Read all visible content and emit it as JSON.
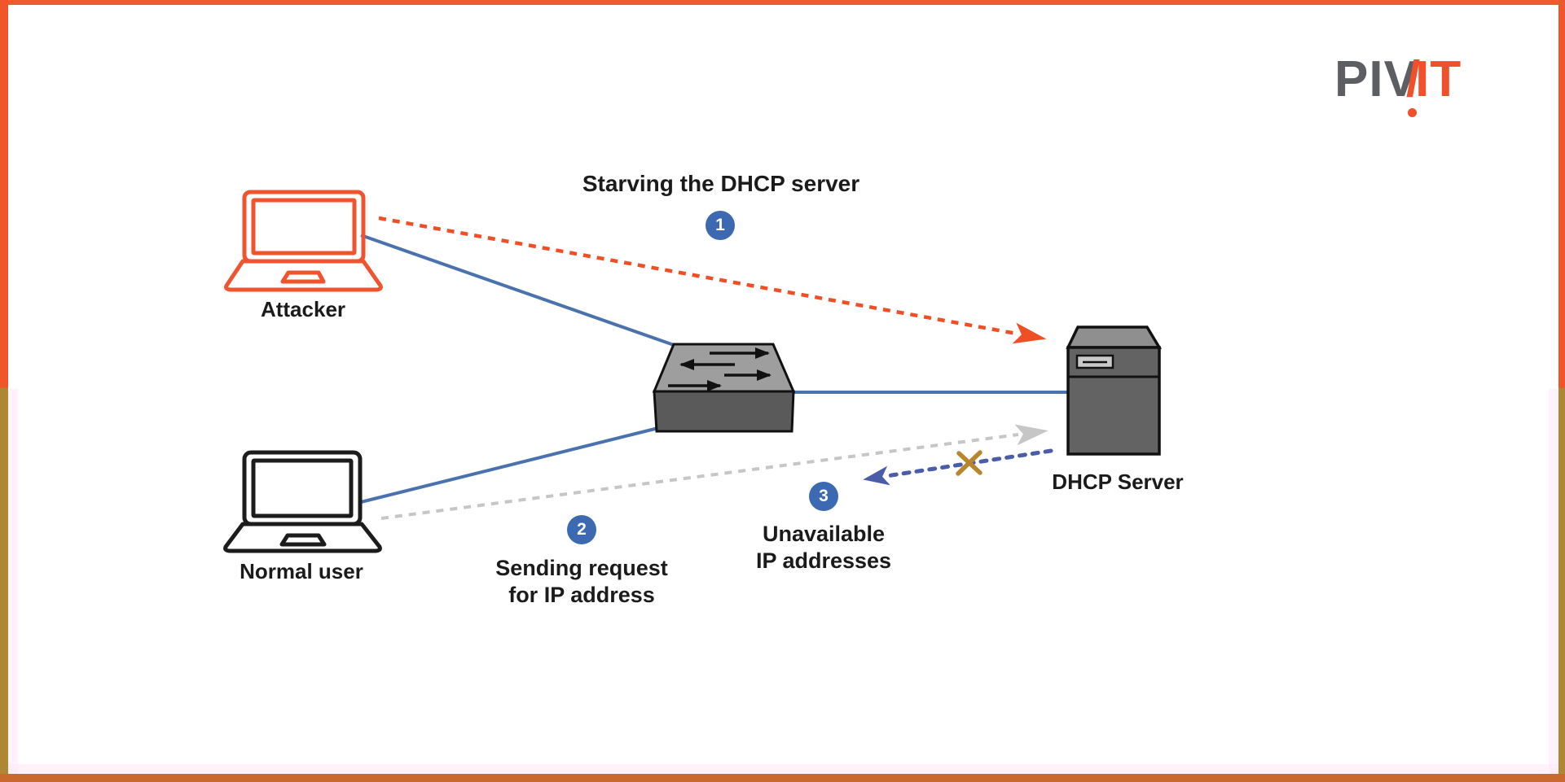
{
  "brand": {
    "logo_part_gray": "PIV",
    "logo_part_slash": "/",
    "logo_part_orange": "IT"
  },
  "steps": [
    {
      "number": "1",
      "lines": [
        "Starving the DHCP server"
      ]
    },
    {
      "number": "2",
      "lines": [
        "Sending request",
        "for IP address"
      ]
    },
    {
      "number": "3",
      "lines": [
        "Unavailable",
        "IP addresses"
      ]
    }
  ],
  "nodes": {
    "attacker": {
      "label": "Attacker"
    },
    "normal_user": {
      "label": "Normal user"
    },
    "dhcp_server": {
      "label": "DHCP Server"
    }
  },
  "connections": [
    {
      "from": "attacker",
      "to": "dhcp_server",
      "style": "dashed-arrow",
      "color": "#f04e24",
      "step": "1"
    },
    {
      "from": "attacker",
      "to": "switch",
      "style": "solid",
      "color": "#4a72ae"
    },
    {
      "from": "normal_user",
      "to": "switch",
      "style": "solid",
      "color": "#4a72ae"
    },
    {
      "from": "switch",
      "to": "dhcp_server",
      "style": "solid",
      "color": "#4a72ae"
    },
    {
      "from": "normal_user",
      "to": "dhcp_server",
      "style": "dashed-arrow",
      "color": "#c6c6c6",
      "step": "2"
    },
    {
      "from": "dhcp_server",
      "to": "normal_user",
      "style": "dashed-arrow-blocked",
      "color": "#4b5ca8",
      "step": "3"
    }
  ],
  "colors": {
    "accent_orange": "#f0542e",
    "attack_arrow_orange": "#f04e24",
    "link_blue": "#4a72ae",
    "badge_blue": "#3d69b2",
    "request_arrow_gray": "#c6c6c6",
    "denied_arrow_blue": "#4b5ca8",
    "x_mark_gold": "#b8862b",
    "border_orange": "#ee5b2c",
    "border_gold": "#ae8634",
    "border_bottom_brown": "#c9682f",
    "switch_top_gray": "#9e9e9e",
    "switch_front_gray": "#5a5a5a",
    "server_front_gray": "#636363",
    "server_top_gray": "#8f8f8f",
    "logo_gray": "#5d5e62",
    "text_dark": "#1b1b1b"
  }
}
